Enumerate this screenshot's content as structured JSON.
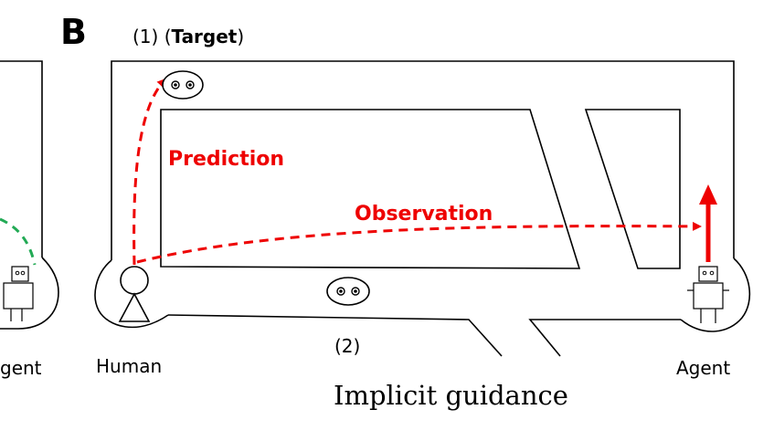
{
  "panel_label": "B",
  "labels": {
    "target_prefix": "(1) (",
    "target_word": "Target",
    "target_suffix": ")",
    "prediction": "Prediction",
    "observation": "Observation",
    "location_2": "(2)",
    "human": "Human",
    "agent_left": "gent",
    "agent_right": "Agent",
    "caption": "Implicit guidance"
  },
  "colors": {
    "line": "#000000",
    "prediction_red": "#ee0000",
    "green_path": "#22aa55"
  },
  "icons": [
    "eyes-icon",
    "human-icon",
    "robot-icon",
    "up-arrow-icon"
  ]
}
